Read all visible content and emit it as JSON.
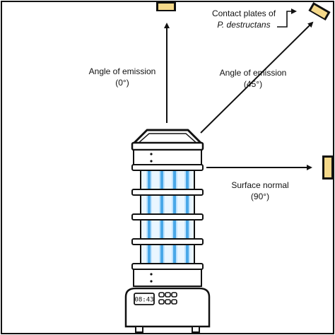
{
  "labels": {
    "angle_0_line1": "Angle of emission",
    "angle_0_line2": "(0°)",
    "angle_45_line1": "Angle of emission",
    "angle_45_line2": "(45°)",
    "normal_line1": "Surface normal",
    "normal_line2": "(90°)",
    "plates_line1": "Contact plates of",
    "plates_line2": "P. destructans"
  },
  "device": {
    "display_time": "08:43"
  },
  "colors": {
    "uv_blue": "#4aa8e8",
    "uv_glow": "#bfe4ff",
    "plate_fill": "#f5d98a",
    "line": "#111111"
  }
}
